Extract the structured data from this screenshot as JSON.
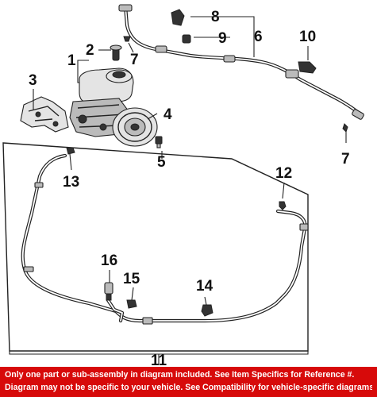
{
  "callouts": [
    "1",
    "2",
    "3",
    "4",
    "5",
    "6",
    "7",
    "8",
    "9",
    "10",
    "11",
    "12",
    "13",
    "14",
    "15",
    "16"
  ],
  "footer": {
    "line1": "Only one part or sub-assembly in diagram included. See Item Specifics for Reference #.",
    "line2": "Diagram may not be specific to your vehicle. See Compatibility for vehicle-specific diagrams."
  },
  "colors": {
    "footer_background": "#d70a0a",
    "footer_text": "#ffffff",
    "line_art": "#222222"
  }
}
